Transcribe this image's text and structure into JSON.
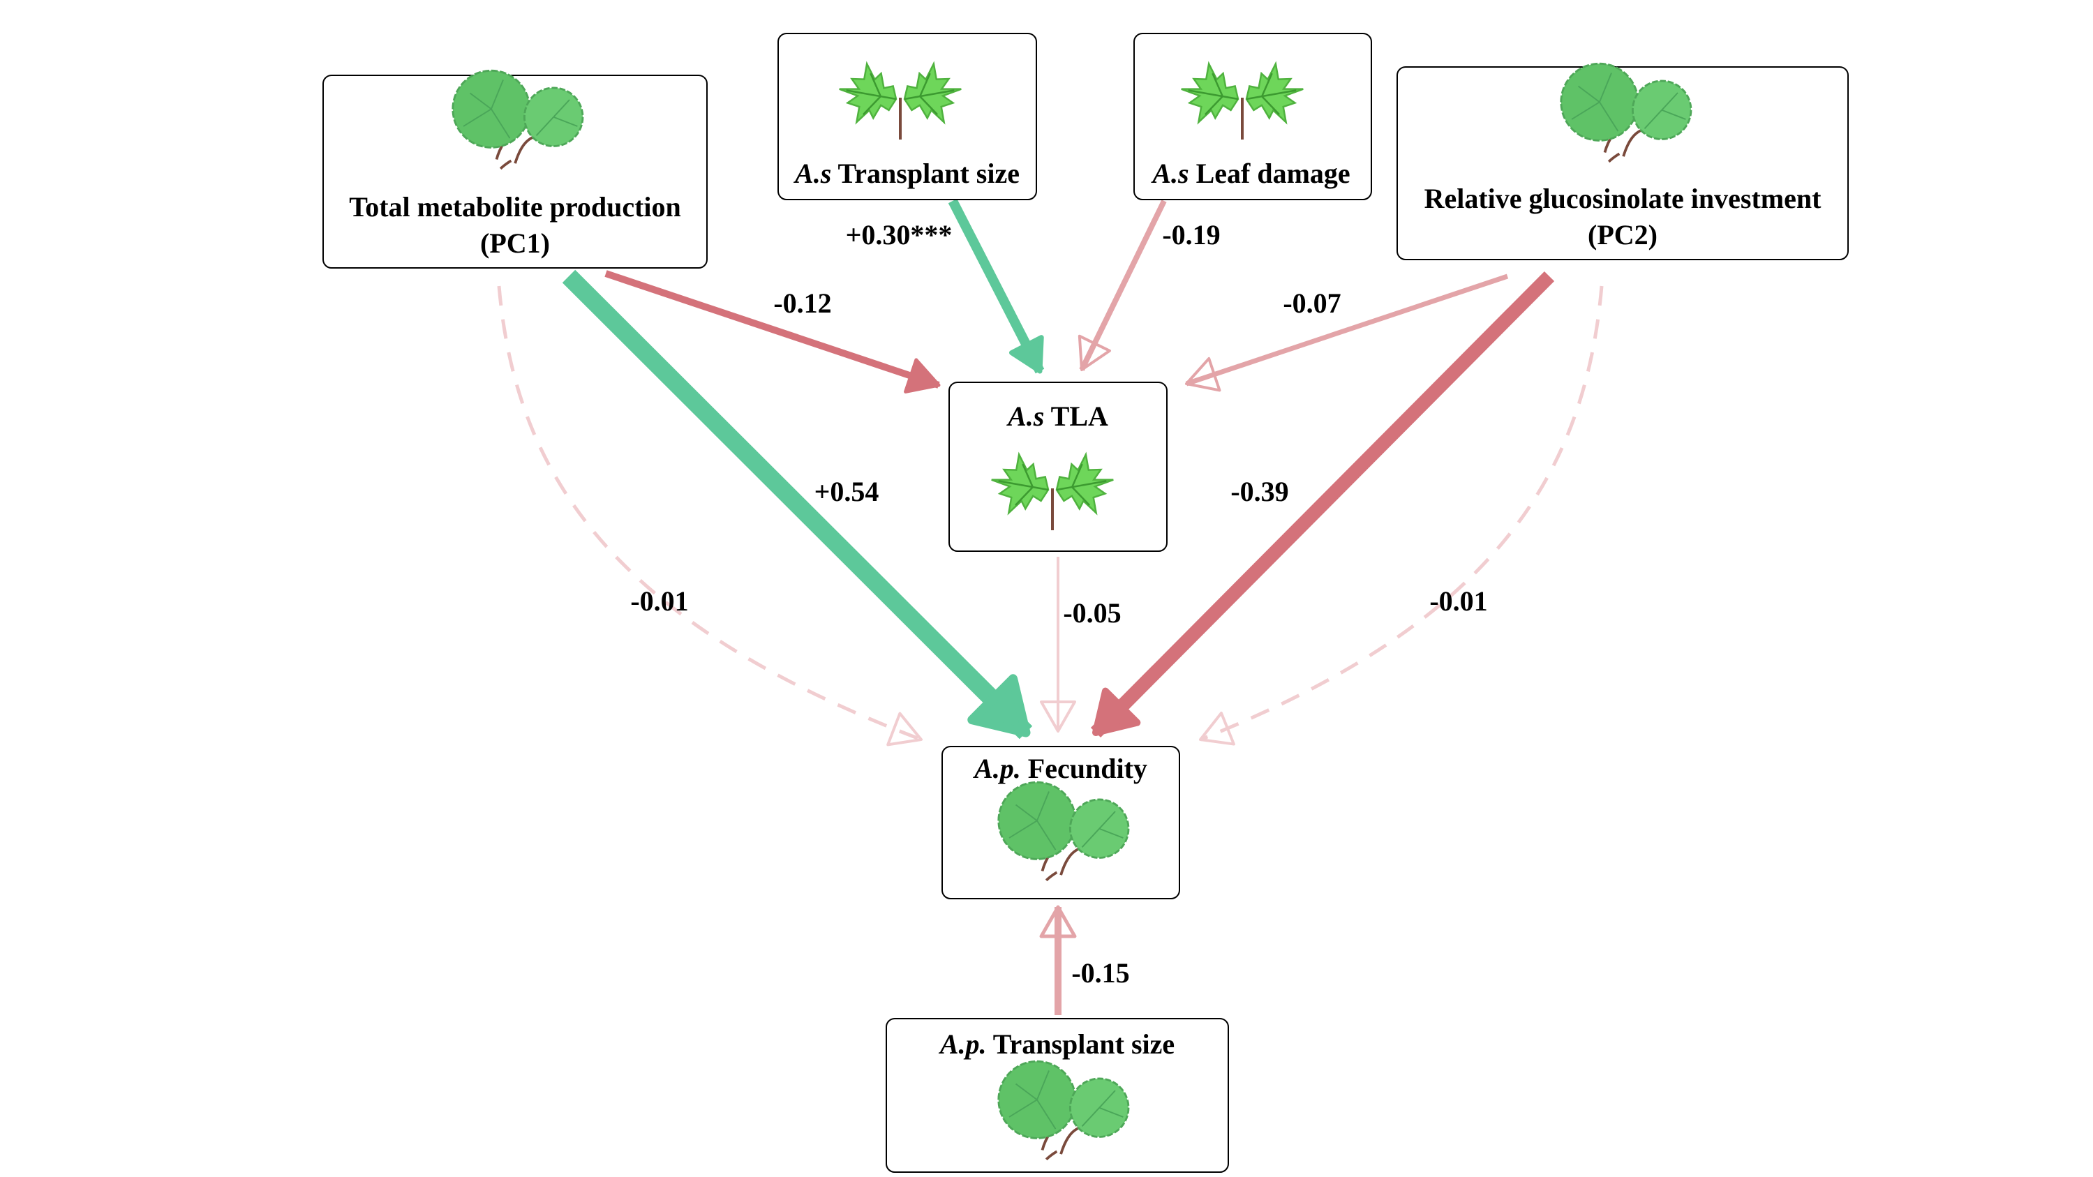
{
  "colors": {
    "positive": "#5dc89a",
    "negative": "#d4727a",
    "negative_light": "#e3a4a8",
    "negative_faint": "#f1cdd0",
    "box_border": "#000000",
    "leaf_maple": "#6ed65a",
    "leaf_round": "#5fc267",
    "stem": "#7a4a3c"
  },
  "nodes": {
    "pc1": {
      "title_line1": "Total metabolite production",
      "title_line2": "(PC1)",
      "icon": "round-leaf-seedling-icon"
    },
    "as_size": {
      "title_italic": "A.s",
      "title_rest": " Transplant size",
      "icon": "maple-seedling-icon"
    },
    "as_damage": {
      "title_italic": "A.s",
      "title_rest": " Leaf damage",
      "icon": "maple-seedling-icon"
    },
    "pc2": {
      "title_line1": "Relative glucosinolate investment",
      "title_line2": "(PC2)",
      "icon": "round-leaf-seedling-icon"
    },
    "as_tla": {
      "title_italic": "A.s",
      "title_rest": " TLA",
      "icon": "maple-seedling-icon"
    },
    "ap_fec": {
      "title_italic": "A.p.",
      "title_rest": " Fecundity",
      "icon": "round-leaf-seedling-icon"
    },
    "ap_size": {
      "title_italic": "A.p.",
      "title_rest": " Transplant size",
      "icon": "round-leaf-seedling-icon"
    }
  },
  "edges": [
    {
      "id": "pc1-tla",
      "from": "pc1",
      "to": "as_tla",
      "label": "-0.12",
      "sign": "negative",
      "coefficient": -0.12,
      "style": "solid"
    },
    {
      "id": "assize-tla",
      "from": "as_size",
      "to": "as_tla",
      "label": "+0.30***",
      "sign": "positive",
      "coefficient": 0.3,
      "style": "solid"
    },
    {
      "id": "asdamage-tla",
      "from": "as_damage",
      "to": "as_tla",
      "label": "-0.19",
      "sign": "negative",
      "coefficient": -0.19,
      "style": "solid"
    },
    {
      "id": "pc2-tla",
      "from": "pc2",
      "to": "as_tla",
      "label": "-0.07",
      "sign": "negative",
      "coefficient": -0.07,
      "style": "solid"
    },
    {
      "id": "pc1-fec",
      "from": "pc1",
      "to": "ap_fec",
      "label": "+0.54",
      "sign": "positive",
      "coefficient": 0.54,
      "style": "solid"
    },
    {
      "id": "pc2-fec",
      "from": "pc2",
      "to": "ap_fec",
      "label": "-0.39",
      "sign": "negative",
      "coefficient": -0.39,
      "style": "solid"
    },
    {
      "id": "pc1-fec-dashed",
      "from": "pc1",
      "to": "ap_fec",
      "label": "-0.01",
      "sign": "negative",
      "coefficient": -0.01,
      "style": "dashed"
    },
    {
      "id": "pc2-fec-dashed",
      "from": "pc2",
      "to": "ap_fec",
      "label": "-0.01",
      "sign": "negative",
      "coefficient": -0.01,
      "style": "dashed"
    },
    {
      "id": "tla-fec",
      "from": "as_tla",
      "to": "ap_fec",
      "label": "-0.05",
      "sign": "negative",
      "coefficient": -0.05,
      "style": "solid"
    },
    {
      "id": "apsize-fec",
      "from": "ap_size",
      "to": "ap_fec",
      "label": "-0.15",
      "sign": "negative",
      "coefficient": -0.15,
      "style": "solid"
    }
  ]
}
